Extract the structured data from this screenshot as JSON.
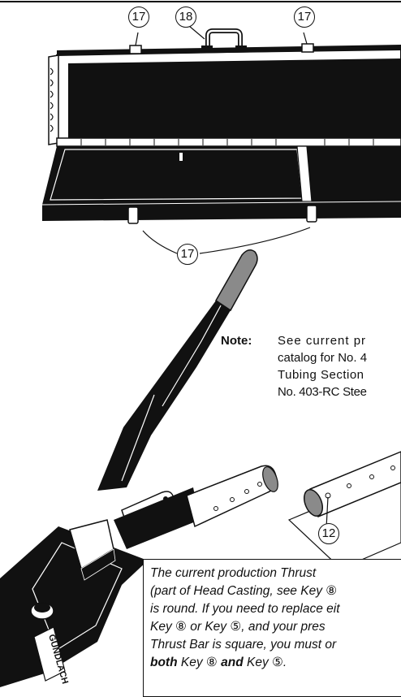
{
  "callouts": {
    "latch_top_left": "17",
    "handle_top": "18",
    "latch_top_right": "17",
    "latches_bottom": "17",
    "tubing_key": "12"
  },
  "brand_logo": "GUNDLACH",
  "note": {
    "label": "Note:",
    "line1": "See current pr",
    "line2": "catalog for No. 4",
    "line3": "Tubing Section",
    "line4": "No. 403-RC Stee"
  },
  "info": {
    "line1": "The current production Thrust",
    "line2_a": "(part of Head Casting, see Key ",
    "line2_key": "⑧",
    "line3": "is round. If you need to replace eit",
    "line4_a": "Key ",
    "line4_key8": "⑧",
    "line4_b": " or Key ",
    "line4_key5": "⑤",
    "line4_c": ", and your pres",
    "line5": "Thrust Bar is square, you must or",
    "line6_both": "both",
    "line6_a": " Key ",
    "line6_key8": "⑧",
    "line6_and": " and",
    "line6_b": " Key ",
    "line6_key5": "⑤",
    "line6_end": "."
  }
}
